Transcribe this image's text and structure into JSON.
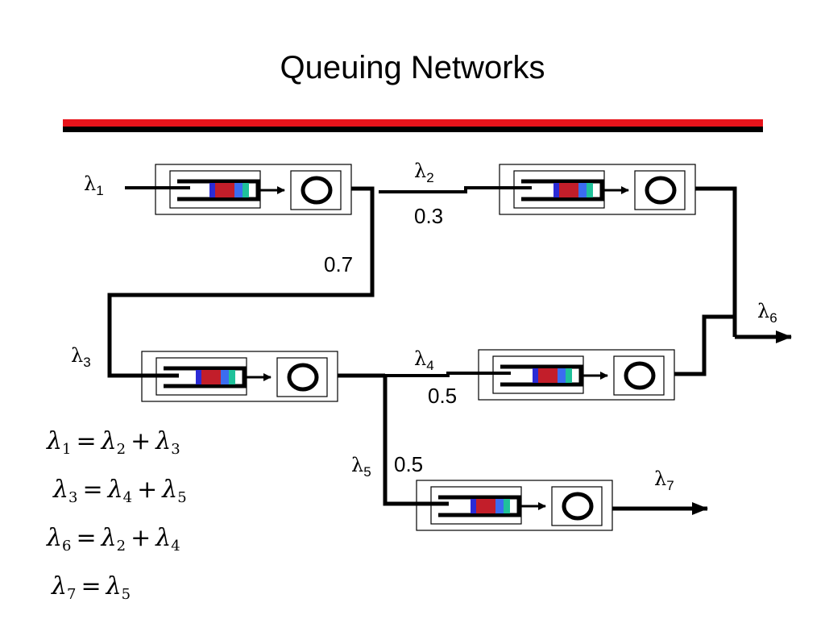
{
  "title": "Queuing Networks",
  "colors": {
    "rule_red": "#e8141b",
    "rule_black": "#000000",
    "job_blue": "#2b2bd6",
    "job_red": "#c21e2a",
    "job_lightblue": "#3b6cf0",
    "job_teal": "#1fc19a"
  },
  "arrival_labels": {
    "l1": {
      "symbol": "λ",
      "sub": "1"
    },
    "l2": {
      "symbol": "λ",
      "sub": "2"
    },
    "l3": {
      "symbol": "λ",
      "sub": "3"
    },
    "l4": {
      "symbol": "λ",
      "sub": "4"
    },
    "l5": {
      "symbol": "λ",
      "sub": "5"
    },
    "l6": {
      "symbol": "λ",
      "sub": "6"
    },
    "l7": {
      "symbol": "λ",
      "sub": "7"
    }
  },
  "routing_probabilities": {
    "p_to_q2": "0.3",
    "p_to_q3": "0.7",
    "p_to_q4": "0.5",
    "p_to_q5": "0.5"
  },
  "equations": [
    {
      "lhs": {
        "sym": "λ",
        "sub": "1"
      },
      "eq": "=",
      "a": {
        "sym": "λ",
        "sub": "2"
      },
      "op": "+",
      "b": {
        "sym": "λ",
        "sub": "3"
      }
    },
    {
      "lhs": {
        "sym": "λ",
        "sub": "3"
      },
      "eq": "=",
      "a": {
        "sym": "λ",
        "sub": "4"
      },
      "op": "+",
      "b": {
        "sym": "λ",
        "sub": "5"
      }
    },
    {
      "lhs": {
        "sym": "λ",
        "sub": "6"
      },
      "eq": "=",
      "a": {
        "sym": "λ",
        "sub": "2"
      },
      "op": "+",
      "b": {
        "sym": "λ",
        "sub": "4"
      }
    },
    {
      "lhs": {
        "sym": "λ",
        "sub": "7"
      },
      "eq": "=",
      "a": {
        "sym": "λ",
        "sub": "5"
      }
    }
  ]
}
